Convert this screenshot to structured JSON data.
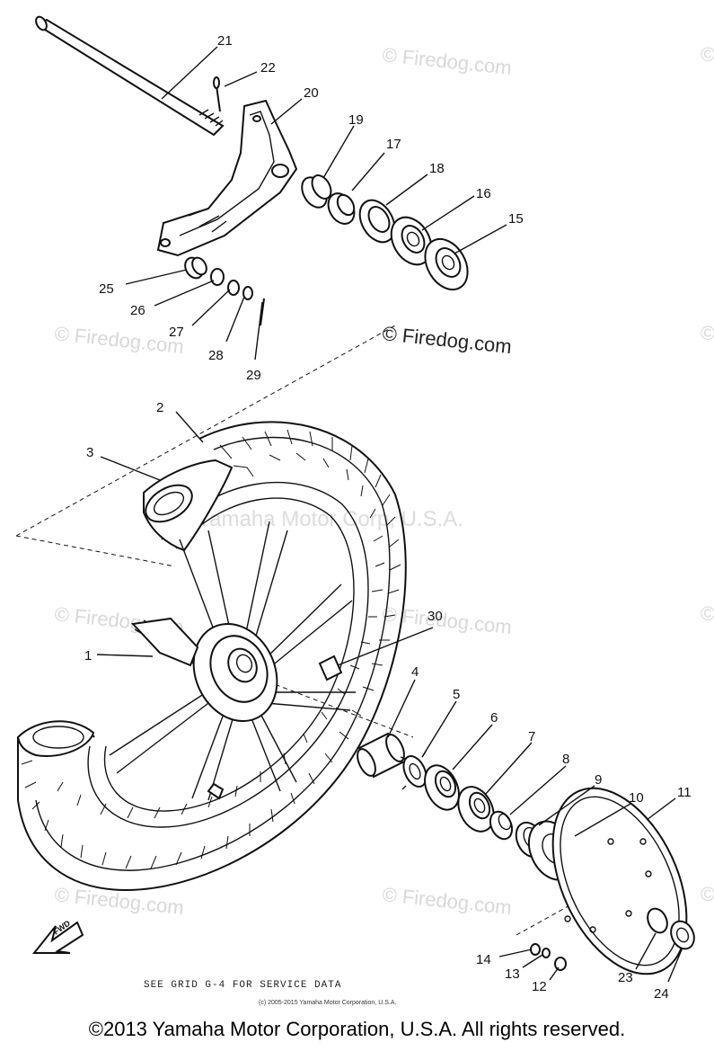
{
  "watermarks": {
    "firedog": "© Firedog.com",
    "corp": "© Yamaha Motor Corp, U.S.A."
  },
  "callouts": {
    "c1": "1",
    "c2": "2",
    "c3": "3",
    "c4": "4",
    "c5": "5",
    "c6": "6",
    "c7": "7",
    "c8": "8",
    "c9": "9",
    "c10": "10",
    "c11": "11",
    "c12": "12",
    "c13": "13",
    "c14": "14",
    "c15": "15",
    "c16": "16",
    "c17": "17",
    "c18": "18",
    "c19": "19",
    "c20": "20",
    "c21": "21",
    "c22": "22",
    "c23": "23",
    "c24": "24",
    "c25": "25",
    "c26": "26",
    "c27": "27",
    "c28": "28",
    "c29": "29",
    "c30": "30"
  },
  "fwd_label": "FWD",
  "service_note": "SEE GRID G-4 FOR SERVICE DATA",
  "small_copyright": "(c) 2005-2015 Yamaha Motor Corporation, U.S.A.",
  "footer": "©2013 Yamaha Motor Corporation, U.S.A. All rights reserved."
}
